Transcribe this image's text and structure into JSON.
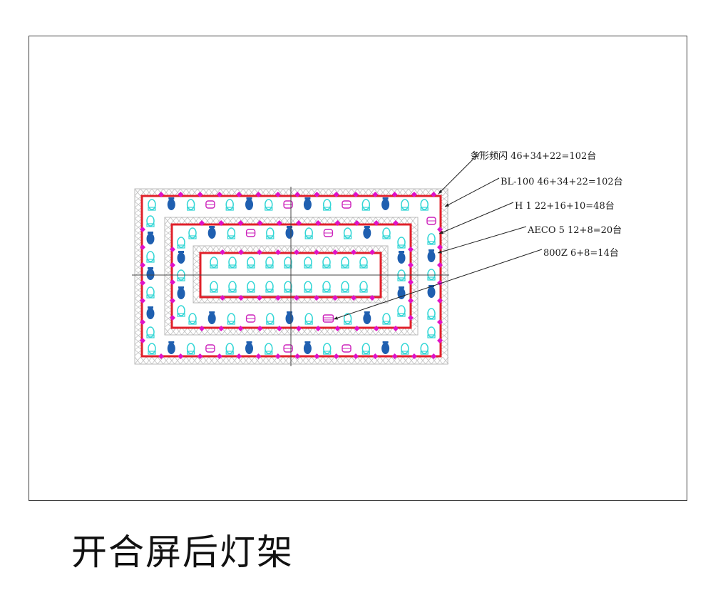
{
  "title": "开合屏后灯架",
  "callouts": [
    {
      "id": "strip-strobe",
      "text": "条形频闪 46+34+22=102台"
    },
    {
      "id": "bl100",
      "text": "BL-100 46+34+22=102台"
    },
    {
      "id": "h1",
      "text": "H 1 22+16+10=48台"
    },
    {
      "id": "aeco5",
      "text": "AECO 5 12+8=20台"
    },
    {
      "id": "800z",
      "text": "800Z  6+8=14台"
    }
  ],
  "colors": {
    "truss": "#b9b9b9",
    "rail": "#e0202a",
    "strobe": "#e011c8",
    "bl100": "#33d6d6",
    "h1": "#cc22bb",
    "aeco5": "#1f5fb0",
    "z800": "#cc22bb",
    "axis": "#444444",
    "frame": "#3a3a3a"
  },
  "icons": [
    "strobe-diamond-icon",
    "bl100-fixture-icon",
    "h1-fixture-icon",
    "aeco5-fixture-icon",
    "800z-fixture-icon"
  ]
}
